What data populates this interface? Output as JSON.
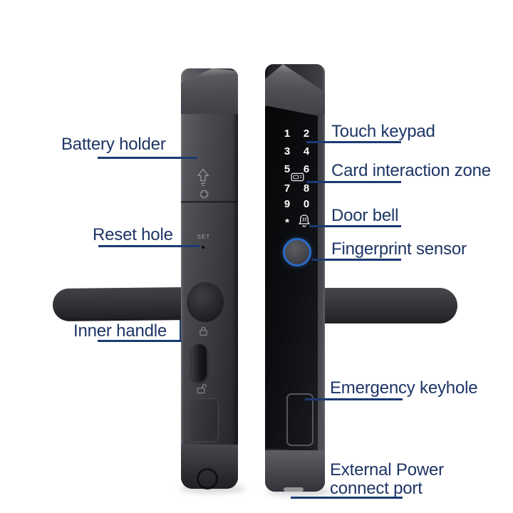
{
  "colors": {
    "background": "#ffffff",
    "label_text": "#1d3565",
    "label_line": "#1b3a72",
    "lock_body_dark": "#2b2c30",
    "lock_body_gray": "#5a5b60",
    "glass_black": "#0d0e11",
    "keypad_text": "#ffffff",
    "fingerprint_ring": "#2a6ac6"
  },
  "callouts": {
    "battery_holder": "Battery holder",
    "reset_hole": "Reset hole",
    "inner_handle": "Inner handle",
    "touch_keypad": "Touch keypad",
    "card_interaction_zone": "Card interaction zone",
    "door_bell": "Door bell",
    "fingerprint_sensor": "Fingerprint sensor",
    "emergency_keyhole": "Emergency keyhole",
    "external_power_line1": "External Power",
    "external_power_line2": "connect port"
  },
  "inner_lock": {
    "set_label": "SET",
    "icons": [
      "battery-direction-arrow",
      "phillips-screw",
      "closed-padlock",
      "thumbturn-knob",
      "open-padlock"
    ]
  },
  "outer_lock": {
    "keypad_keys": [
      "1",
      "2",
      "3",
      "4",
      "5",
      "6",
      "7",
      "8",
      "9",
      "0",
      "*"
    ],
    "icons": [
      "rfid-card",
      "doorbell-bell",
      "fingerprint-circle",
      "emergency-keyhole",
      "power-port"
    ]
  }
}
